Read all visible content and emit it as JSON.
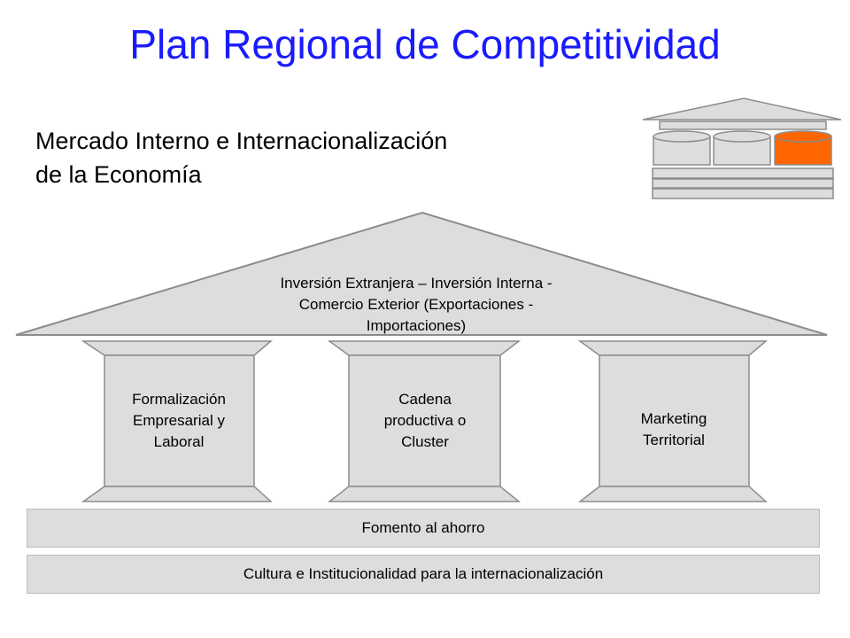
{
  "title": "Plan Regional de Competitividad",
  "subtitle_line1": "Mercado Interno e Internacionalización",
  "subtitle_line2": "de la Economía",
  "roof": {
    "line1": "Inversión Extranjera   – Inversión Interna -",
    "line2": "Comercio Exterior (Exportaciones -",
    "line3": "Importaciones)"
  },
  "pillars": [
    {
      "line1": "Formalización",
      "line2": "Empresarial y",
      "line3": "Laboral"
    },
    {
      "line1": "Cadena",
      "line2": "productiva o",
      "line3": "Cluster"
    },
    {
      "line1": "Marketing",
      "line2": "Territorial"
    }
  ],
  "bands": [
    {
      "label": "Fomento al ahorro"
    },
    {
      "label": "Cultura e Institucionalidad para la internacionalización"
    }
  ],
  "colors": {
    "title": "#1a1aff",
    "structure_fill": "#dddddd",
    "structure_stroke": "#8c8c8c",
    "highlight": "#ff6600"
  },
  "icon": {
    "name": "temple-icon",
    "highlighted_column": 3
  }
}
